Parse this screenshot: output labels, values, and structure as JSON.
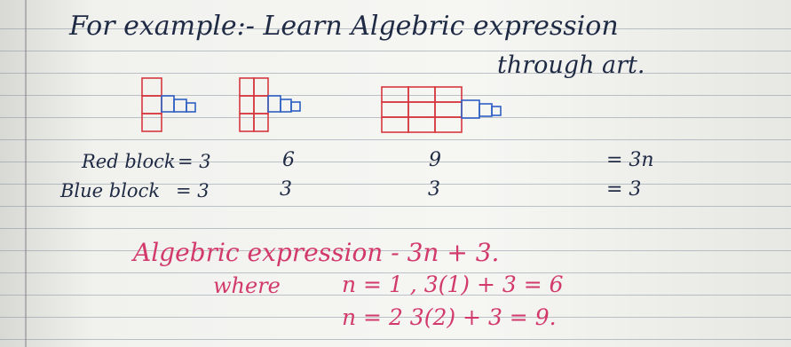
{
  "heading": {
    "line1": "For example:- Learn Algebric expression",
    "line2": "through art."
  },
  "table": {
    "red_label": "Red block",
    "blue_label": "Blue block",
    "red_values": [
      "= 3",
      "6",
      "9",
      "= 3n"
    ],
    "blue_values": [
      "= 3",
      "3",
      "3",
      "= 3"
    ]
  },
  "expression": {
    "line1": "Algebric expression - 3n + 3.",
    "where": "where",
    "case1": "n = 1 ,  3(1) + 3 = 6",
    "case2": "n = 2    3(2) + 3 = 9."
  },
  "colors": {
    "ink": "#1f2a44",
    "red_block": "#d6383f",
    "blue_block": "#2f5fc4",
    "expression_ink": "#d23a6b"
  }
}
